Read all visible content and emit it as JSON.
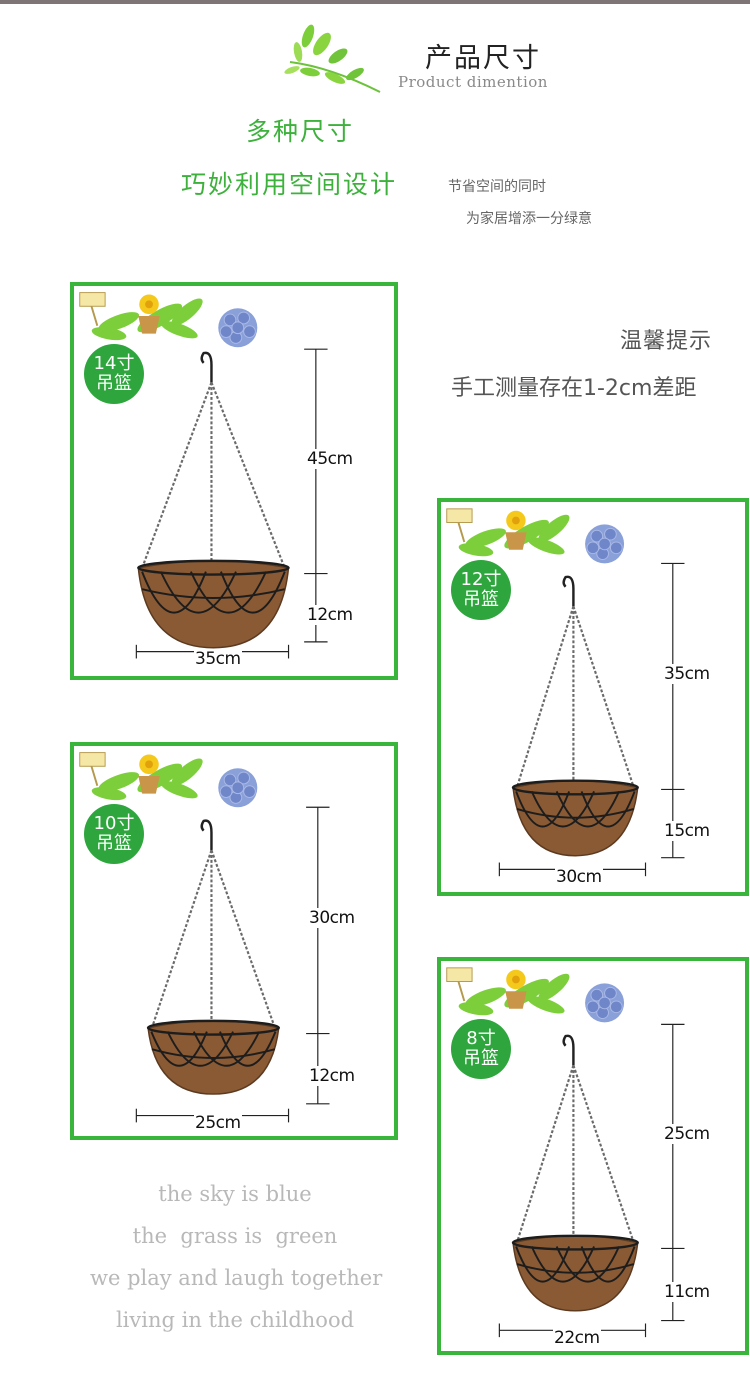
{
  "header": {
    "title_cn": "产品尺寸",
    "title_en": "Product dimention",
    "slogan_1": "多种尺寸",
    "slogan_2": "巧妙利用空间设计",
    "sub_1": "节省空间的同时",
    "sub_2": "为家居增添一分绿意"
  },
  "tip": {
    "title": "温馨提示",
    "text": "手工测量存在1-2cm差距"
  },
  "cards": [
    {
      "badge_line1": "14寸",
      "badge_line2": "吊篮",
      "chain": "45cm",
      "depth": "12cm",
      "width": "35cm"
    },
    {
      "badge_line1": "12寸",
      "badge_line2": "吊篮",
      "chain": "35cm",
      "depth": "15cm",
      "width": "30cm"
    },
    {
      "badge_line1": "10寸",
      "badge_line2": "吊篮",
      "chain": "30cm",
      "depth": "12cm",
      "width": "25cm"
    },
    {
      "badge_line1": "8寸",
      "badge_line2": "吊篮",
      "chain": "25cm",
      "depth": "11cm",
      "width": "22cm"
    }
  ],
  "poem": [
    "the sky is blue",
    "the  grass is  green",
    "we play and laugh together",
    "living in the childhood"
  ],
  "colors": {
    "accent_green": "#3ab53c",
    "badge_green": "#2ea63d",
    "liner_brown": "#8a5a34",
    "frame_dark": "#1d1d1d"
  }
}
